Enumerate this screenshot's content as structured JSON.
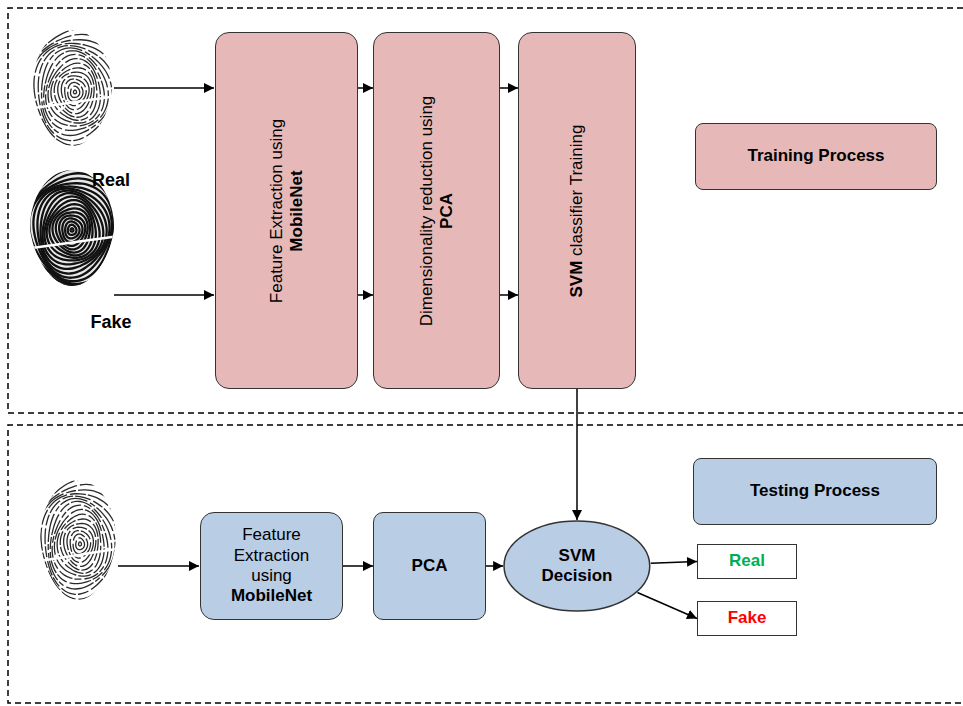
{
  "diagram": {
    "nodes": [
      {
        "text": [
          "Feature Extraction using MobileNet"
        ]
      },
      {
        "text": [
          "Dimensionality reduction using PCA"
        ]
      },
      {
        "text": [
          "SVM classifier Training"
        ]
      },
      {
        "text": [
          "Training Process"
        ]
      },
      {
        "text": [
          "Testing Process"
        ]
      },
      {
        "text": [
          "Feature Extraction using MobileNet"
        ]
      },
      {
        "text": [
          "PCA"
        ]
      },
      {
        "text": [
          "SVM Decision"
        ]
      },
      {
        "text": [
          "Real"
        ]
      },
      {
        "text": [
          "Fake"
        ]
      }
    ],
    "edges": [
      {
        "from": 0,
        "to": 1,
        "arrow": "to"
      },
      {
        "from": 0,
        "to": 1,
        "arrow": "to"
      },
      {
        "from": 1,
        "to": 2,
        "arrow": "to"
      },
      {
        "from": 1,
        "to": 2,
        "arrow": "to"
      },
      {
        "from": 2,
        "to": 7,
        "arrow": "to"
      },
      {
        "from": 5,
        "to": 6,
        "arrow": "to"
      },
      {
        "from": 6,
        "to": 7,
        "arrow": "to"
      },
      {
        "from": 7,
        "to": 8,
        "arrow": "to"
      },
      {
        "from": 7,
        "to": 9,
        "arrow": "to"
      }
    ],
    "labels": [
      "Real",
      "Fake"
    ]
  }
}
